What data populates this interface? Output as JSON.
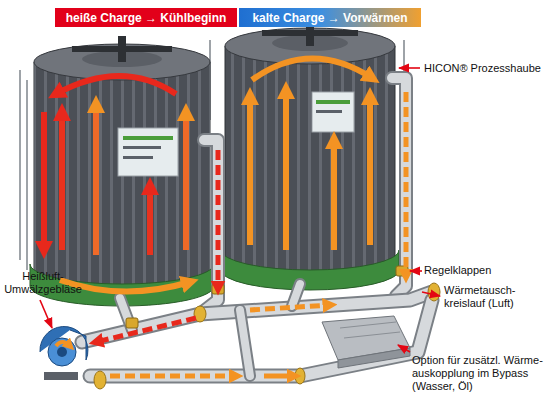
{
  "diagram": {
    "nodes": [
      {
        "text": [
          "heiße Charge → Kühlbeginn"
        ]
      },
      {
        "text": [
          "kalte Charge → Vorwärmen"
        ]
      }
    ],
    "labels": [
      "HICON® Prozesshaube",
      "Heißluft- Umwälzgebläse",
      "Regelklappen",
      "Wärmetausch- kreislauf (Luft)",
      "Option für zusätzl. Wärme- auskopplung im Bypass (Wasser, Öl)"
    ]
  }
}
